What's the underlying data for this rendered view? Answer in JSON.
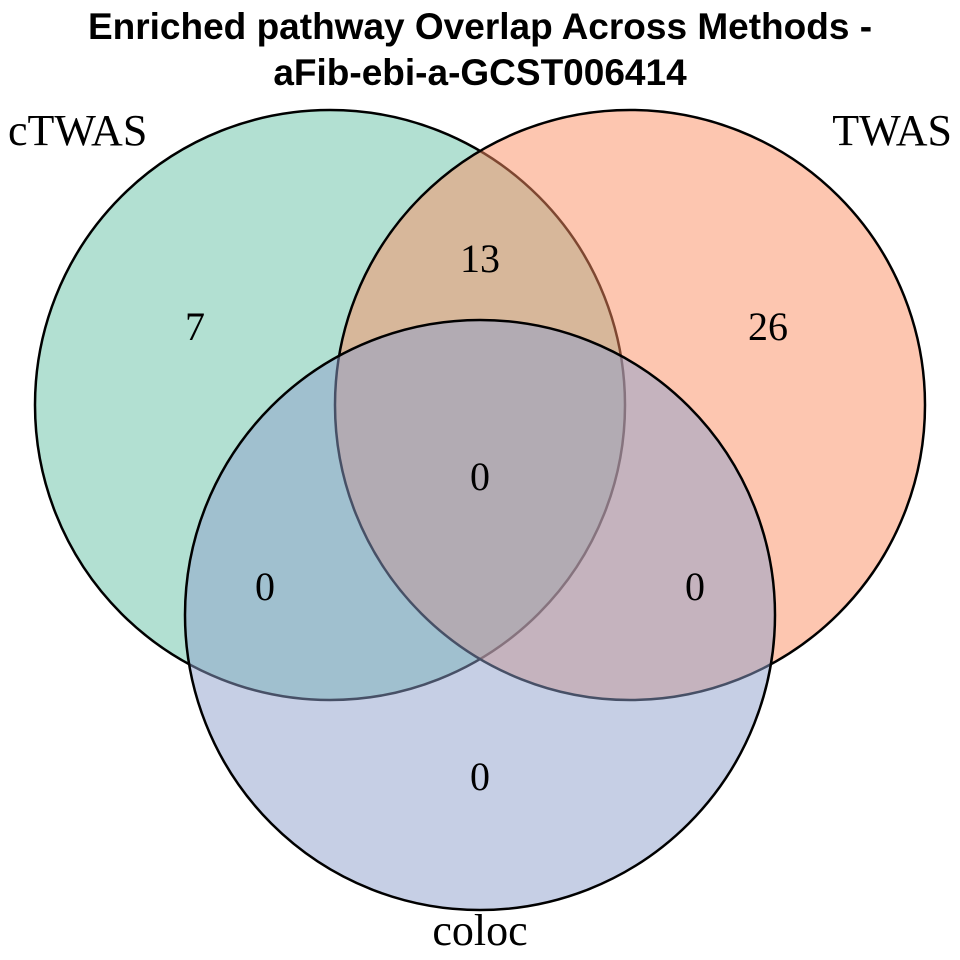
{
  "title": {
    "line1": "Enriched pathway Overlap Across Methods -",
    "line2": "aFib-ebi-a-GCST006414"
  },
  "chart_data": {
    "type": "venn",
    "title": "Enriched pathway Overlap Across Methods - aFib-ebi-a-GCST006414",
    "sets": [
      {
        "name": "cTWAS",
        "color": "#66C2A5",
        "only": 7
      },
      {
        "name": "TWAS",
        "color": "#FC8D62",
        "only": 26
      },
      {
        "name": "coloc",
        "color": "#8DA0CB",
        "only": 0
      }
    ],
    "overlaps": {
      "cTWAS_TWAS": 13,
      "cTWAS_coloc": 0,
      "TWAS_coloc": 0,
      "cTWAS_TWAS_coloc": 0
    },
    "layout_hints": {
      "fill_alpha": 0.5,
      "outline_color": "#000000",
      "background": "#ffffff"
    }
  }
}
